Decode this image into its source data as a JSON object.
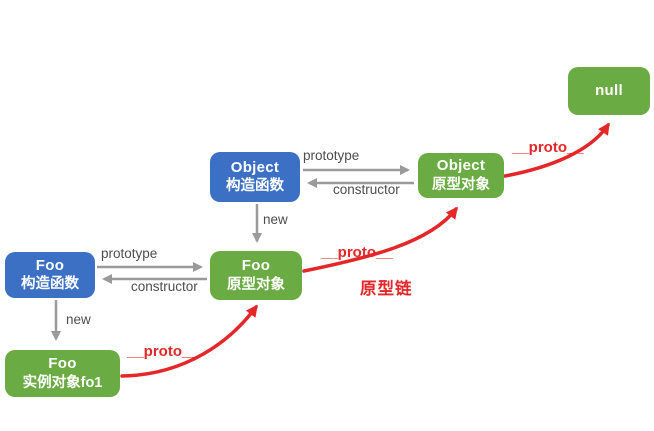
{
  "title": "JavaScript prototype chain diagram",
  "colors": {
    "constructor_node_blue": "#3b70c4",
    "object_node_green": "#6bab44",
    "arrow_gray": "#9a9a9a",
    "edge_label_gray": "#4d4d4d",
    "proto_chain_red": "#e42729",
    "background": "#ffffff"
  },
  "nodes": {
    "object_constructor": {
      "title": "Object",
      "subtitle": "构造函数"
    },
    "object_prototype": {
      "title": "Object",
      "subtitle": "原型对象"
    },
    "null_node": {
      "title": "null"
    },
    "foo_constructor": {
      "title": "Foo",
      "subtitle": "构造函数"
    },
    "foo_prototype": {
      "title": "Foo",
      "subtitle": "原型对象"
    },
    "foo_instance": {
      "title": "Foo",
      "subtitle": "实例对象fo1"
    }
  },
  "edges": {
    "object_prototype_label": "prototype",
    "object_constructor_label": "constructor",
    "object_new_label": "new",
    "foo_prototype_label": "prototype",
    "foo_constructor_label": "constructor",
    "foo_new_label": "new",
    "proto_instance_to_foo_prototype": "__proto__",
    "proto_foo_prototype_to_object_prototype": "__proto__",
    "proto_object_prototype_to_null": "__proto__",
    "chain_label": "原型链"
  }
}
